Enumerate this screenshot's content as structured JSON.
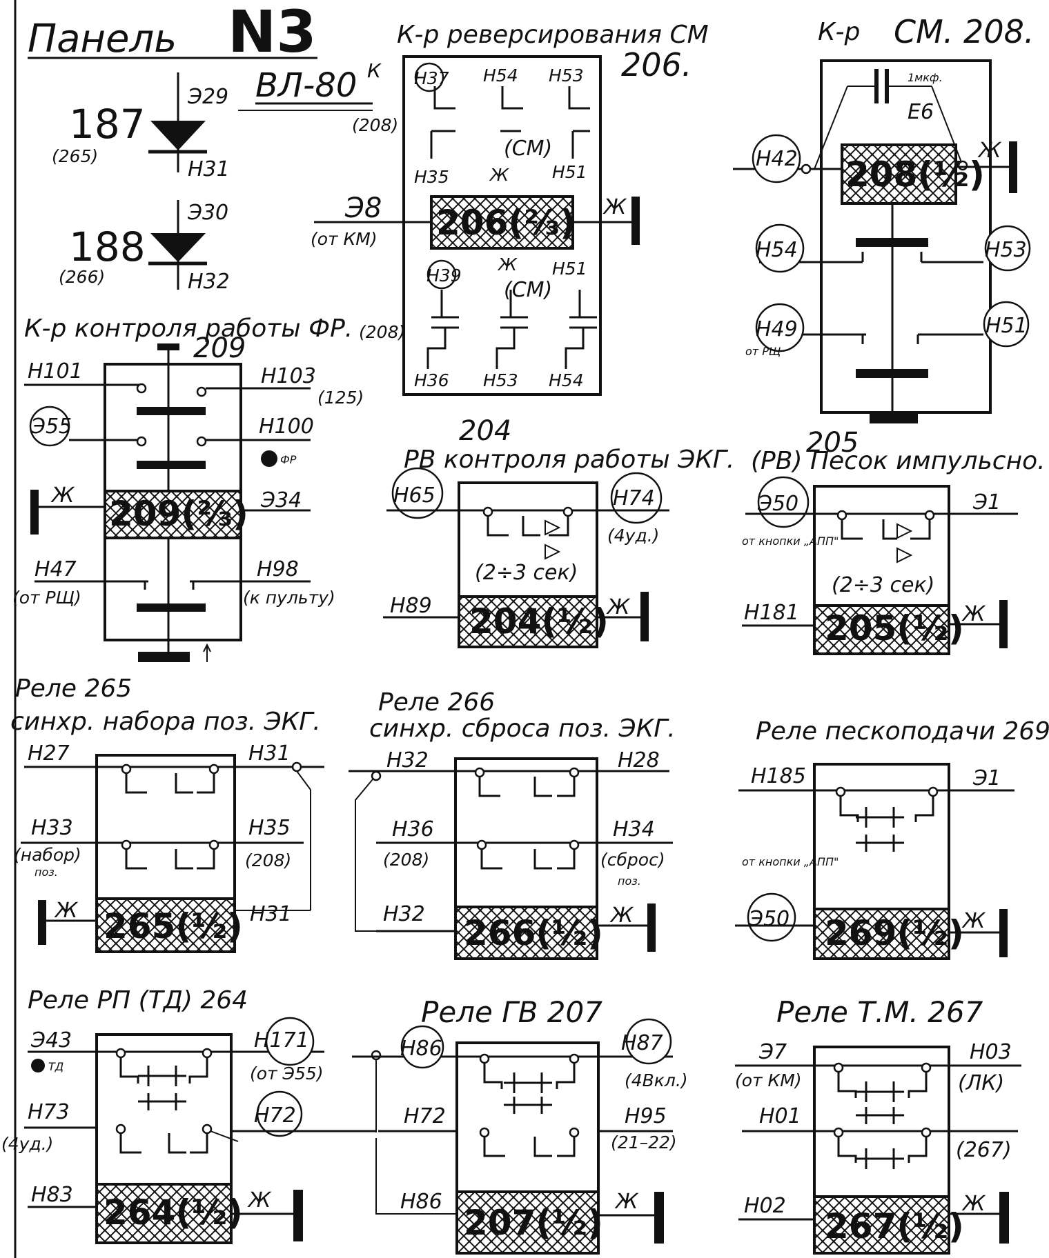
{
  "panel": {
    "title": "Панель",
    "number": "N3",
    "loco": "ВЛ-80",
    "loco_sup": "К"
  },
  "diodes": [
    {
      "num": "187",
      "ref": "(265)",
      "top": "Э29",
      "bot": "Н31"
    },
    {
      "num": "188",
      "ref": "(266)",
      "top": "Э30",
      "bot": "Н32"
    }
  ],
  "c206": {
    "title": "К-р реверсирования СМ",
    "num": "206.",
    "coil": "206(⅔)",
    "ref1": "(208)",
    "ref2": "(208)",
    "top": [
      "Н37",
      "Н54",
      "Н53"
    ],
    "mid": [
      "Н35",
      "Ж",
      "Н51"
    ],
    "mid_cm": "(СМ)",
    "bot_top": [
      "Н39",
      "Ж",
      "Н51"
    ],
    "bot_cm": "(СМ)",
    "bot": [
      "Н36",
      "Н53",
      "Н54"
    ],
    "in": "Э8",
    "in_note": "(от КМ)",
    "out": "Ж"
  },
  "c208": {
    "title": "К-р",
    "num": "СМ. 208.",
    "coil": "208(½)",
    "cap": "1мкф.",
    "cap_lbl": "Е6",
    "left": [
      "Н42",
      "Н54",
      "Н49"
    ],
    "left_note": "от РЩ",
    "right": [
      "Ж",
      "Н53",
      "Н51"
    ]
  },
  "c209": {
    "title": "К-р контроля работы ФР.",
    "num": "209",
    "coil": "209(⅔)",
    "l1": "Н101",
    "r1": "Н103",
    "r1_note": "(125)",
    "l2": "Э55",
    "r2": "Н100",
    "r2_note": "ФР",
    "l3": "Ж",
    "r3": "Э34",
    "l4": "Н47",
    "l4_note": "(от РЩ)",
    "r4": "Н98",
    "r4_note": "(к пульту)"
  },
  "c204": {
    "num": "204",
    "title": "РВ контроля работы ЭКГ.",
    "l1": "Н65",
    "r1": "Н74",
    "r1_note": "(4уд.)",
    "delay": "(2÷3 сек)",
    "l2": "Н89",
    "r2": "Ж",
    "coil": "204(½)"
  },
  "c205": {
    "num": "205",
    "title": "(РВ) Песок импульсно.",
    "l1": "Э50",
    "l1_note": "от кнопки „АПП\"",
    "r1": "Э1",
    "delay": "(2÷3 сек)",
    "l2": "Н181",
    "r2": "Ж",
    "coil": "205(½)"
  },
  "c265": {
    "title1": "Реле 265",
    "title2": "синхр. набора поз. ЭКГ.",
    "l1": "Н27",
    "r1": "Н31",
    "l2": "Н33",
    "l2_note": "(набор)",
    "l2_note2": "поз.",
    "r2": "Н35",
    "r2_note": "(208)",
    "l3": "Ж",
    "r3": "Н31",
    "coil": "265(½)"
  },
  "c266": {
    "title1": "Реле 266",
    "title2": "синхр. сброса поз. ЭКГ.",
    "l1": "Н32",
    "r1": "Н28",
    "l2": "Н36",
    "l2_note": "(208)",
    "r2": "Н34",
    "r2_note": "(сброс)",
    "r2_note2": "поз.",
    "l3": "Н32",
    "r3": "Ж",
    "coil": "266(½)"
  },
  "c269": {
    "title": "Реле пескоподачи 269.",
    "l1": "Н185",
    "r1": "Э1",
    "l2": "Э50",
    "l2_note": "от кнопки „АПП\"",
    "r2": "Ж",
    "coil": "269(½)"
  },
  "c264": {
    "title": "Реле РП (ТД) 264",
    "l1": "Э43",
    "l1_note": "ТД",
    "r1": "Н171",
    "r1_note": "(от Э55)",
    "l2": "Н73",
    "l2_note": "(4уд.)",
    "r2": "Н72",
    "l3": "Н83",
    "r3": "Ж",
    "coil": "264(½)"
  },
  "c207": {
    "title": "Реле ГВ 207",
    "l1": "Н86",
    "r1": "Н87",
    "r1_note": "(4Вкл.)",
    "l2": "Н72",
    "r2": "Н95",
    "r2_note": "(21–22)",
    "l3": "Н86",
    "r3": "Ж",
    "coil": "207(½)"
  },
  "c267": {
    "title": "Реле Т.М. 267",
    "l1": "Э7",
    "l1_note": "(от КМ)",
    "r1": "Н03",
    "r1_note": "(ЛК)",
    "l2": "Н01",
    "r2_note": "(267)",
    "l3": "Н02",
    "r3": "Ж",
    "coil": "267(½)"
  }
}
